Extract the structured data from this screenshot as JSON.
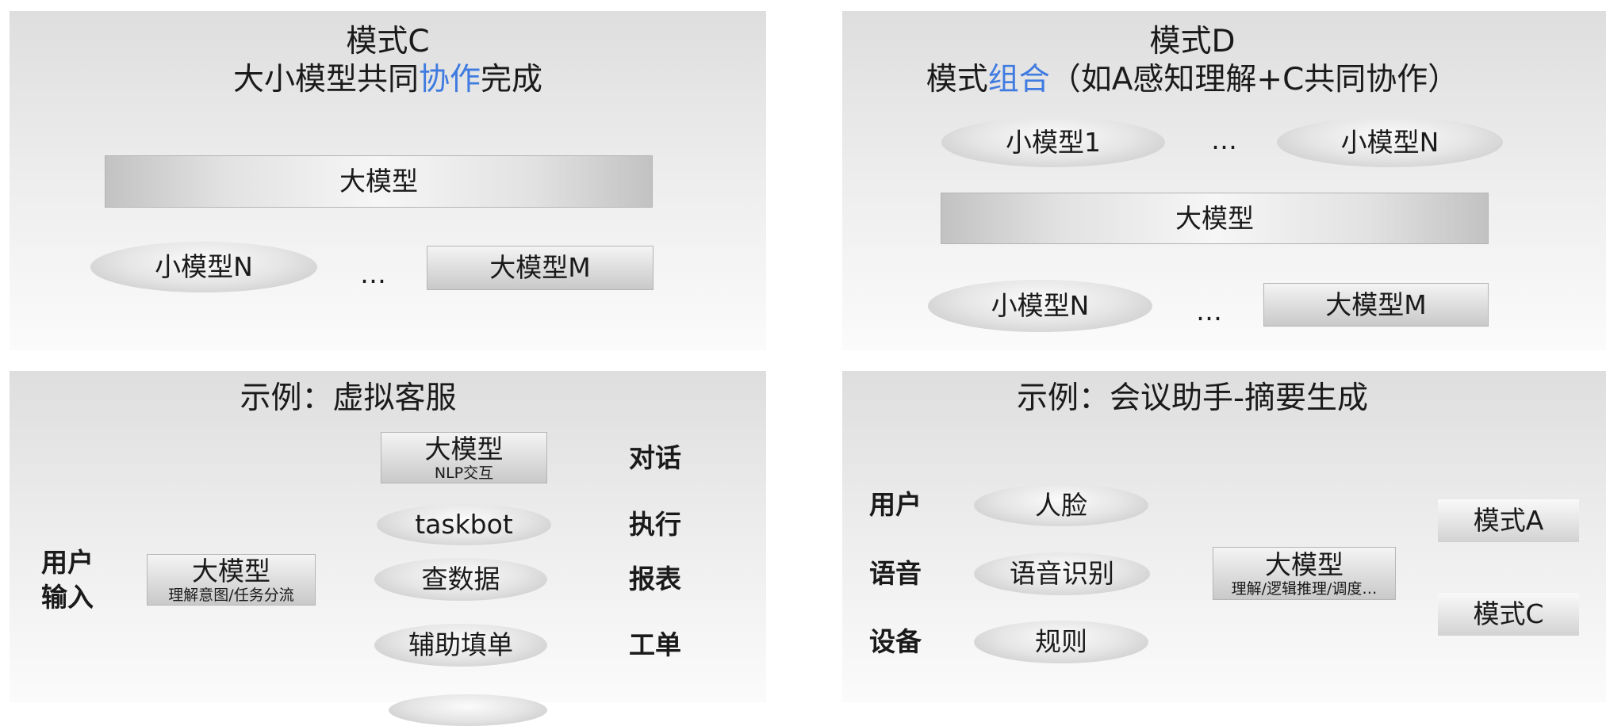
{
  "panel_c": {
    "title_line1": "模式C",
    "title_line2_pre": "大小模型共同",
    "title_line2_hl": "协作",
    "title_line2_post": "完成",
    "big_model": "大模型",
    "small_model_n": "小模型N",
    "ellipsis": "…",
    "big_model_m": "大模型M"
  },
  "panel_d": {
    "title_line1": "模式D",
    "title_line2_pre": "模式",
    "title_line2_hl": "组合",
    "title_line2_post": "（如A感知理解+C共同协作）",
    "small_model_1": "小模型1",
    "ellipsis_top": "…",
    "small_model_n_top": "小模型N",
    "big_model": "大模型",
    "small_model_n_bottom": "小模型N",
    "ellipsis_bottom": "…",
    "big_model_m": "大模型M"
  },
  "panel_vcs": {
    "title": "示例：虚拟客服",
    "user_input": "用户\n输入",
    "center_title": "大模型",
    "center_sub": "理解意图/任务分流",
    "nlp_title": "大模型",
    "nlp_sub": "NLP交互",
    "taskbot": "taskbot",
    "query": "查数据",
    "assist": "辅助填单",
    "out_dialog": "对话",
    "out_exec": "执行",
    "out_report": "报表",
    "out_ticket": "工单"
  },
  "panel_meeting": {
    "title": "示例：会议助手-摘要生成",
    "in_user": "用户",
    "in_voice": "语音",
    "in_device": "设备",
    "face": "人脸",
    "speech": "语音识别",
    "rules": "规则",
    "center_title": "大模型",
    "center_sub": "理解/逻辑推理/调度…",
    "mode_a": "模式A",
    "mode_c": "模式C"
  }
}
